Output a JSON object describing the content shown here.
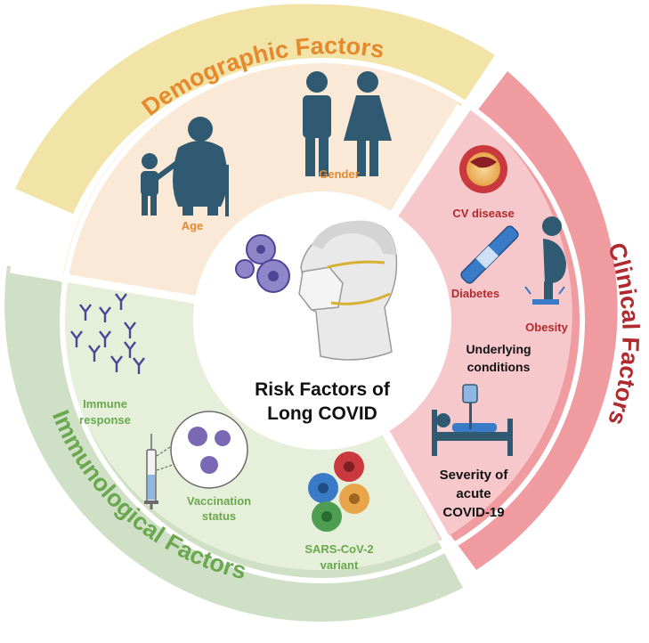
{
  "center": {
    "title_line1": "Risk Factors of",
    "title_line2": "Long COVID"
  },
  "sections": {
    "demographic": {
      "title": "Demographic Factors",
      "items": {
        "age": "Age",
        "gender": "Gender"
      }
    },
    "clinical": {
      "title": "Clinical Factors",
      "items": {
        "cv_disease": "CV disease",
        "diabetes": "Diabetes",
        "obesity": "Obesity",
        "underlying_1": "Underlying",
        "underlying_2": "conditions",
        "severity_1": "Severity of",
        "severity_2": "acute",
        "severity_3": "COVID-19"
      }
    },
    "immunological": {
      "title": "Immunological Factors",
      "items": {
        "immune_1": "Immune",
        "immune_2": "response",
        "vaccination_1": "Vaccination",
        "vaccination_2": "status",
        "variant_1": "SARS-CoV-2",
        "variant_2": "variant"
      }
    }
  },
  "colors": {
    "demographic_ring": "#f2e3a6",
    "demographic_fill": "#fbe9d8",
    "demographic_text": "#e4892e",
    "clinical_ring": "#ef9b9f",
    "clinical_fill": "#f7c8cb",
    "clinical_text": "#b12a2f",
    "immunological_ring": "#cfe0c6",
    "immunological_fill": "#e6efd9",
    "immunological_text": "#6aa84f",
    "icon_dark": "#2f5a72",
    "virus_purple": "#7b68b5"
  }
}
